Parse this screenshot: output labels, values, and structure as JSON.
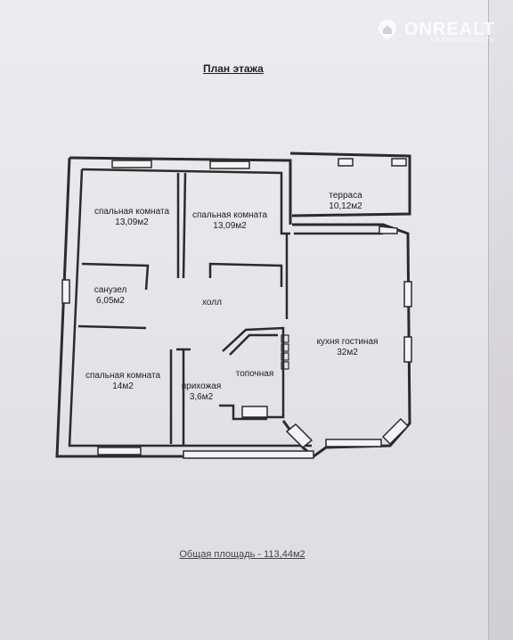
{
  "watermark": {
    "brand": "ONREALT",
    "tagline": "НЕДВИЖИМОСТЬ"
  },
  "title": "План этажа",
  "rooms": [
    {
      "name": "спальная комната",
      "area": "13,09м2"
    },
    {
      "name": "спальная комната",
      "area": "13,09м2"
    },
    {
      "name": "терраса",
      "area": "10,12м2"
    },
    {
      "name": "санузел",
      "area": "6,05м2"
    },
    {
      "name": "холл",
      "area": ""
    },
    {
      "name": "кухня гостиная",
      "area": "32м2"
    },
    {
      "name": "спальная комната",
      "area": "14м2"
    },
    {
      "name": "прихожая",
      "area": "3,6м2"
    },
    {
      "name": "топочная",
      "area": ""
    }
  ],
  "total_area": "Общая площадь - 113,44м2"
}
